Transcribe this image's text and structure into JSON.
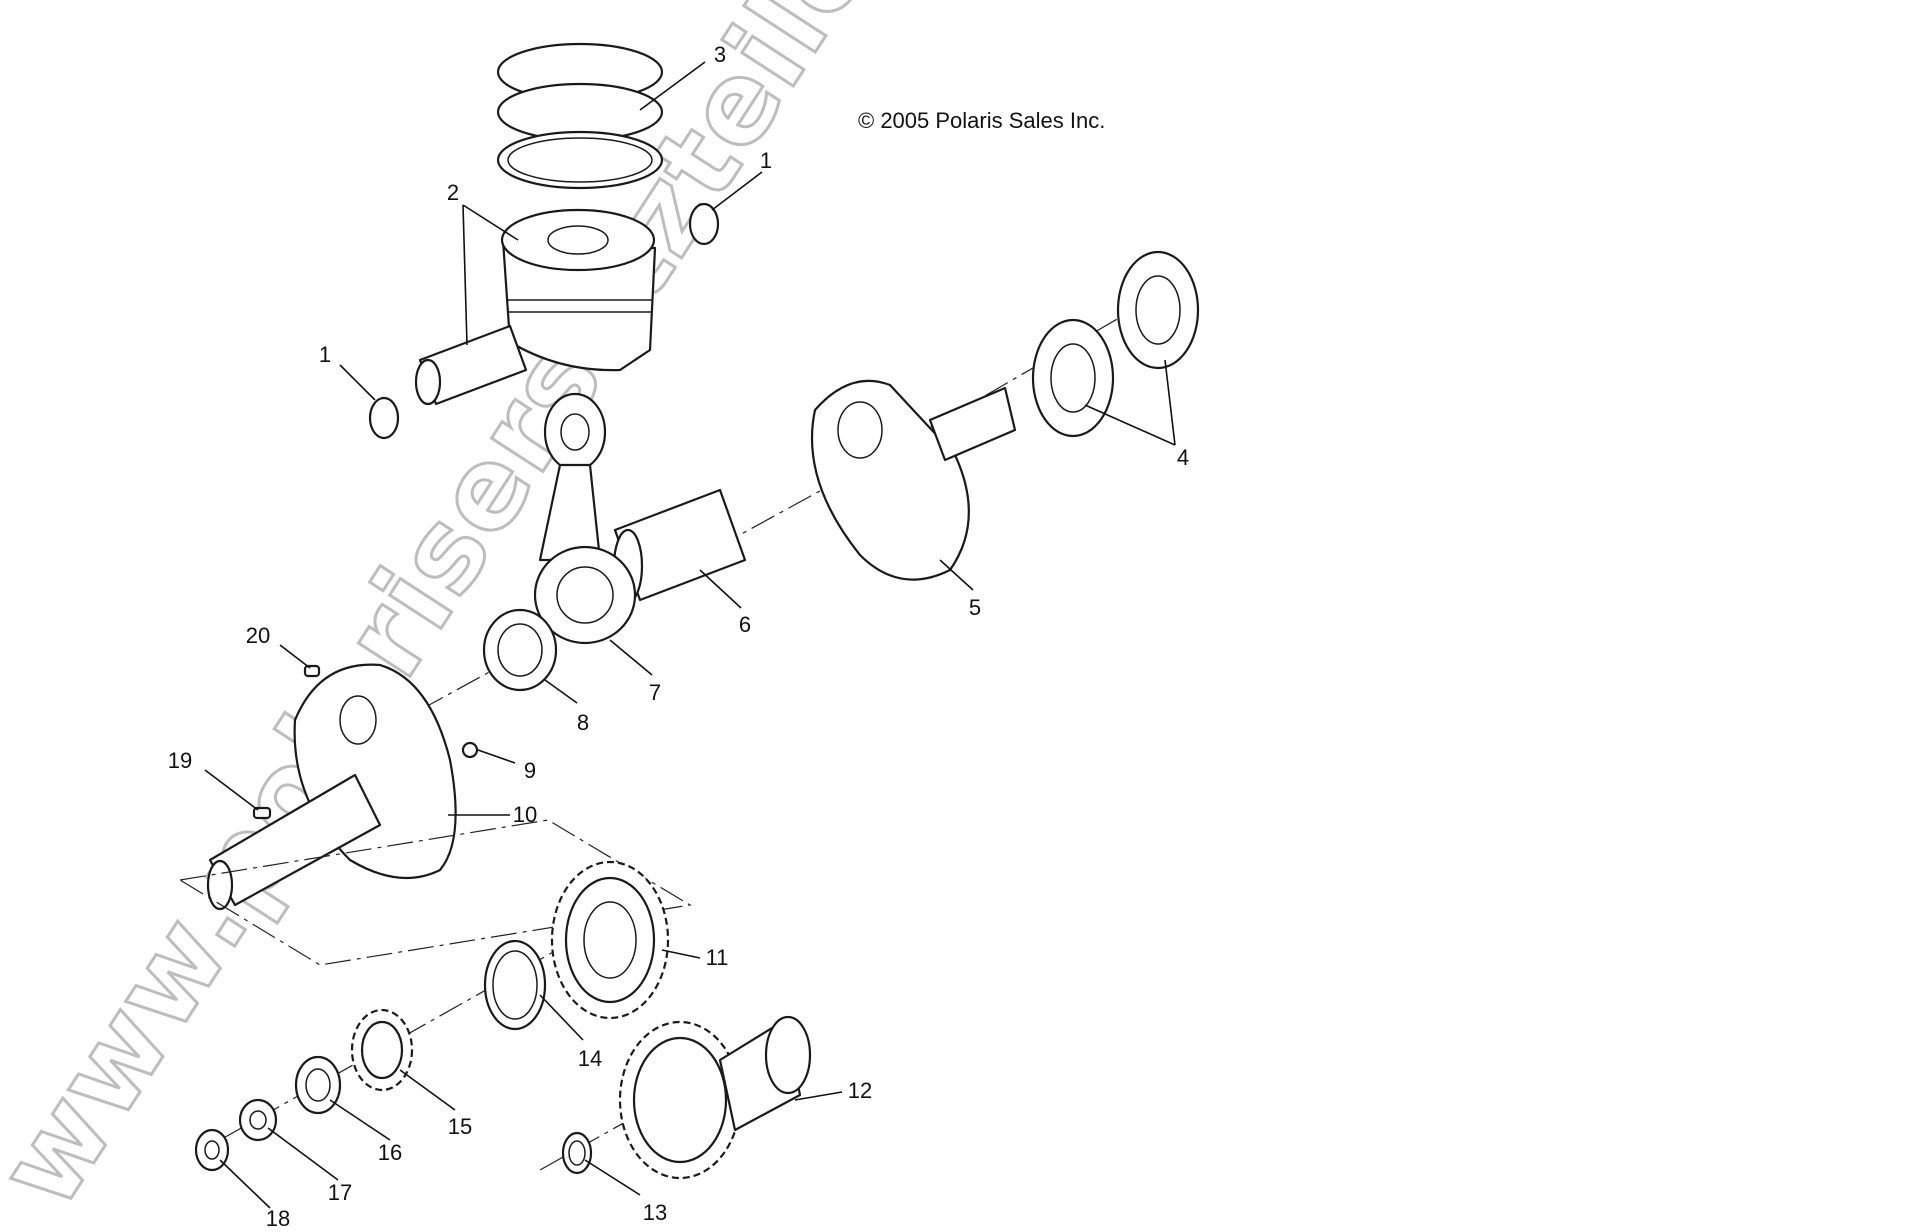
{
  "copyright": "© 2005 Polaris Sales Inc.",
  "watermark": "www.polarisersatzteile.de",
  "callouts": [
    {
      "id": "3",
      "label": "3"
    },
    {
      "id": "1a",
      "label": "1"
    },
    {
      "id": "2",
      "label": "2"
    },
    {
      "id": "1b",
      "label": "1"
    },
    {
      "id": "4",
      "label": "4"
    },
    {
      "id": "5",
      "label": "5"
    },
    {
      "id": "6",
      "label": "6"
    },
    {
      "id": "7",
      "label": "7"
    },
    {
      "id": "8",
      "label": "8"
    },
    {
      "id": "20",
      "label": "20"
    },
    {
      "id": "9",
      "label": "9"
    },
    {
      "id": "19",
      "label": "19"
    },
    {
      "id": "10",
      "label": "10"
    },
    {
      "id": "11",
      "label": "11"
    },
    {
      "id": "14",
      "label": "14"
    },
    {
      "id": "12",
      "label": "12"
    },
    {
      "id": "15",
      "label": "15"
    },
    {
      "id": "16",
      "label": "16"
    },
    {
      "id": "17",
      "label": "17"
    },
    {
      "id": "13",
      "label": "13"
    },
    {
      "id": "18",
      "label": "18"
    }
  ]
}
